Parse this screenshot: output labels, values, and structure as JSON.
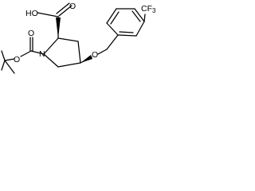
{
  "molecule": {
    "atom_labels": {
      "hydroxyl": "HO",
      "acid_oxygen": "O",
      "ester_oxygen": "O",
      "carbonyl_oxygen": "O",
      "ring_nitrogen": "N",
      "ether_oxygen": "O",
      "trifluoromethyl": "CF"
    },
    "subscript": "3"
  }
}
